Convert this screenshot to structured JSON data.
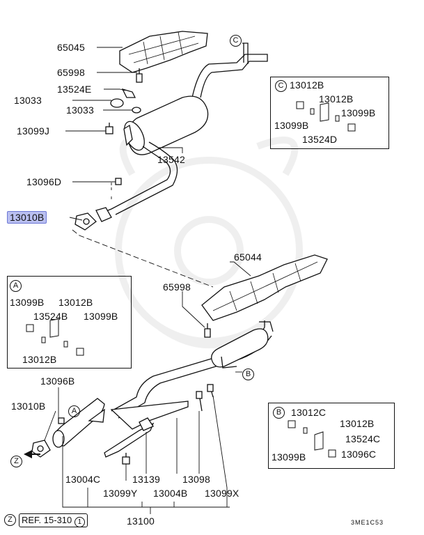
{
  "diagram": {
    "code": "3ME1C53",
    "ref_text": "REF. 15-310",
    "ref_num": "1",
    "callouts": {
      "a": "A",
      "b": "B",
      "c": "C",
      "z": "Z"
    },
    "parts": {
      "p65045": "65045",
      "p65998_top": "65998",
      "p13524E": "13524E",
      "p13033_a": "13033",
      "p13033_b": "13033",
      "p13099J": "13099J",
      "p13542": "13542",
      "p13096D": "13096D",
      "p13010B_sel": "13010B",
      "p65044": "65044",
      "p65998_mid": "65998",
      "p13096B": "13096B",
      "p13010B_low": "13010B",
      "p13004C": "13004C",
      "p13139": "13139",
      "p13098": "13098",
      "p13099Y": "13099Y",
      "p13004B": "13004B",
      "p13099X": "13099X",
      "p13100": "13100"
    },
    "detail_c": {
      "l1": "13012B",
      "l2": "13012B",
      "l3": "13099B",
      "l4": "13099B",
      "l5": "13524D"
    },
    "detail_a": {
      "l1": "13099B",
      "l2": "13012B",
      "l3": "13524B",
      "l4": "13099B",
      "l5": "13012B"
    },
    "detail_b": {
      "l1": "13012C",
      "l2": "13012B",
      "l3": "13524C",
      "l4": "13099B",
      "l5": "13096C"
    }
  }
}
